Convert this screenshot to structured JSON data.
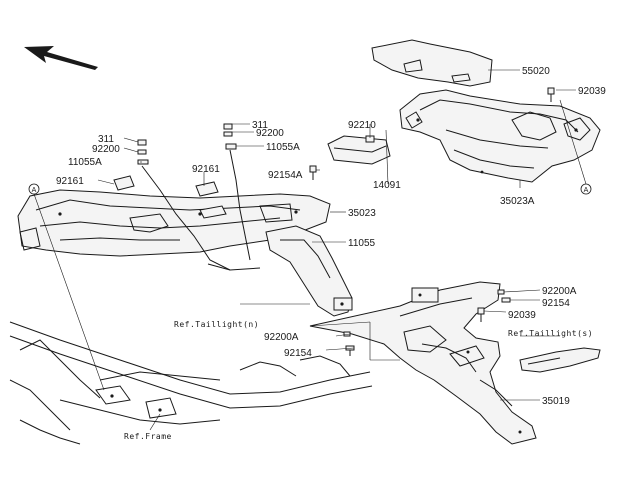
{
  "labels": [
    {
      "id": "55020",
      "text": "55020"
    },
    {
      "id": "92039-top",
      "text": "92039"
    },
    {
      "id": "92210",
      "text": "92210"
    },
    {
      "id": "14091",
      "text": "14091"
    },
    {
      "id": "92154A",
      "text": "92154A"
    },
    {
      "id": "35023A",
      "text": "35023A"
    },
    {
      "id": "311-left",
      "text": "311"
    },
    {
      "id": "92200-left",
      "text": "92200"
    },
    {
      "id": "11055A-left",
      "text": "11055A"
    },
    {
      "id": "92161-left",
      "text": "92161"
    },
    {
      "id": "92161-mid",
      "text": "92161"
    },
    {
      "id": "311-mid",
      "text": "311"
    },
    {
      "id": "92200-mid",
      "text": "92200"
    },
    {
      "id": "11055A-mid",
      "text": "11055A"
    },
    {
      "id": "35023",
      "text": "35023"
    },
    {
      "id": "11055",
      "text": "11055"
    },
    {
      "id": "92200A-right",
      "text": "92200A"
    },
    {
      "id": "92154-right",
      "text": "92154"
    },
    {
      "id": "92039-right",
      "text": "92039"
    },
    {
      "id": "92200A-mid",
      "text": "92200A"
    },
    {
      "id": "92154-mid",
      "text": "92154"
    },
    {
      "id": "35019",
      "text": "35019"
    }
  ],
  "references": {
    "taillight_n": "Ref.Taillight(n)",
    "taillight_s": "Ref.Taillight(s)",
    "frame": "Ref.Frame"
  },
  "markers": {
    "connector": "A"
  }
}
